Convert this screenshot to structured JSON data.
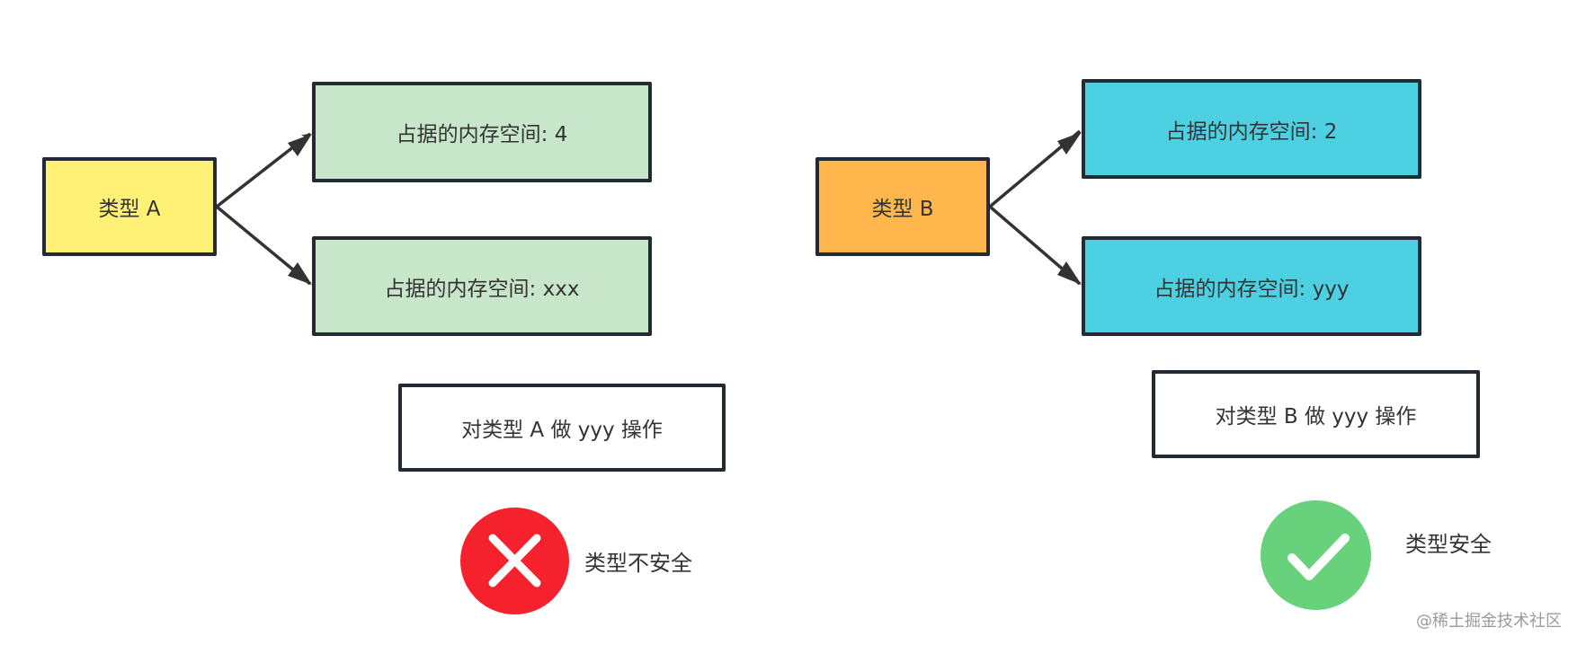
{
  "left": {
    "type_box": {
      "label": "类型 A",
      "color": "#fff176"
    },
    "memory_boxes": [
      {
        "label": "占据的内存空间: 4",
        "color": "#c8e6c9"
      },
      {
        "label": "占据的内存空间: xxx",
        "color": "#c8e6c9"
      }
    ],
    "operation_box": {
      "label": "对类型 A 做 yyy 操作",
      "color": "#ffffff"
    },
    "result": {
      "icon": "x-circle-icon",
      "label": "类型不安全",
      "color": "#f5222d"
    }
  },
  "right": {
    "type_box": {
      "label": "类型 B",
      "color": "#ffb74d"
    },
    "memory_boxes": [
      {
        "label": "占据的内存空间: 2",
        "color": "#4dd0e1"
      },
      {
        "label": "占据的内存空间: yyy",
        "color": "#4dd0e1"
      }
    ],
    "operation_box": {
      "label": "对类型 B 做 yyy 操作",
      "color": "#ffffff"
    },
    "result": {
      "icon": "check-circle-icon",
      "label": "类型安全",
      "color": "#67d27b"
    }
  },
  "watermark": "@稀土掘金技术社区"
}
